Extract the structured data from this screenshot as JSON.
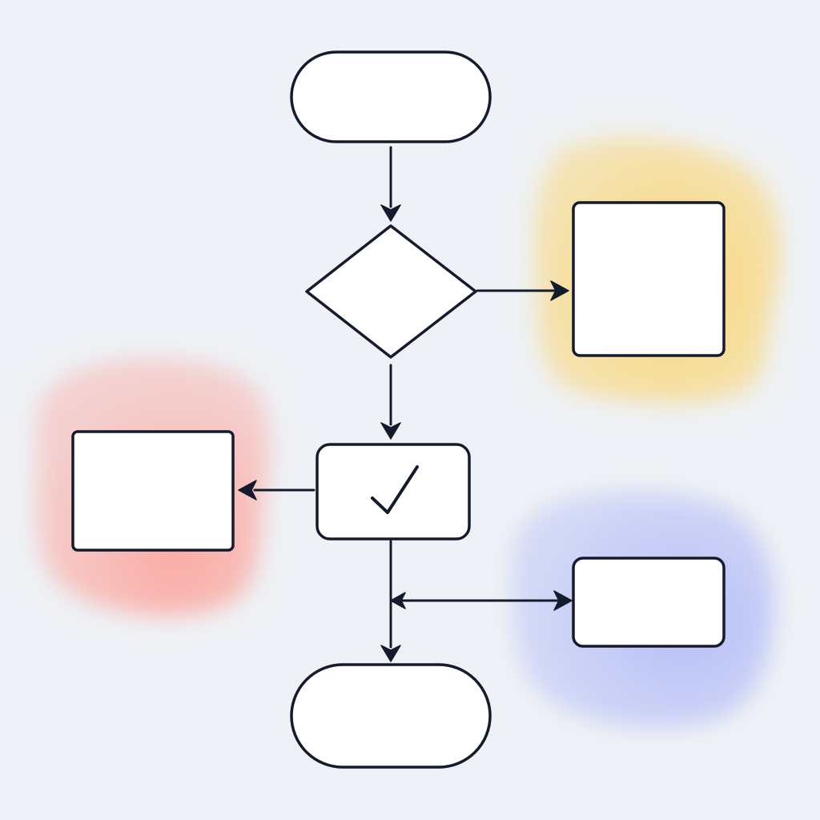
{
  "diagram": {
    "type": "flowchart",
    "colors": {
      "background": "#eef1f5",
      "stroke": "#141b2d",
      "node_fill": "#ffffff",
      "highlight_yellow": "#fbd46e",
      "highlight_red": "#fca8a0",
      "highlight_blue": "#b3bcf7"
    },
    "nodes": [
      {
        "id": "start",
        "shape": "terminator",
        "label": ""
      },
      {
        "id": "decision",
        "shape": "diamond",
        "label": ""
      },
      {
        "id": "process-right",
        "shape": "rectangle",
        "label": "",
        "highlight": "yellow"
      },
      {
        "id": "check-step",
        "shape": "rounded-rectangle",
        "icon": "checkmark-icon",
        "label": ""
      },
      {
        "id": "process-left",
        "shape": "rectangle",
        "label": "",
        "highlight": "red"
      },
      {
        "id": "process-lower-right",
        "shape": "rounded-rectangle",
        "label": "",
        "highlight": "blue"
      },
      {
        "id": "end",
        "shape": "terminator",
        "label": ""
      }
    ],
    "edges": [
      {
        "from": "start",
        "to": "decision",
        "direction": "forward"
      },
      {
        "from": "decision",
        "to": "process-right",
        "direction": "forward"
      },
      {
        "from": "decision",
        "to": "check-step",
        "direction": "forward"
      },
      {
        "from": "check-step",
        "to": "process-left",
        "direction": "forward"
      },
      {
        "from": "check-step",
        "to": "end",
        "direction": "forward"
      },
      {
        "from": "check-step",
        "to": "process-lower-right",
        "direction": "both"
      }
    ]
  }
}
